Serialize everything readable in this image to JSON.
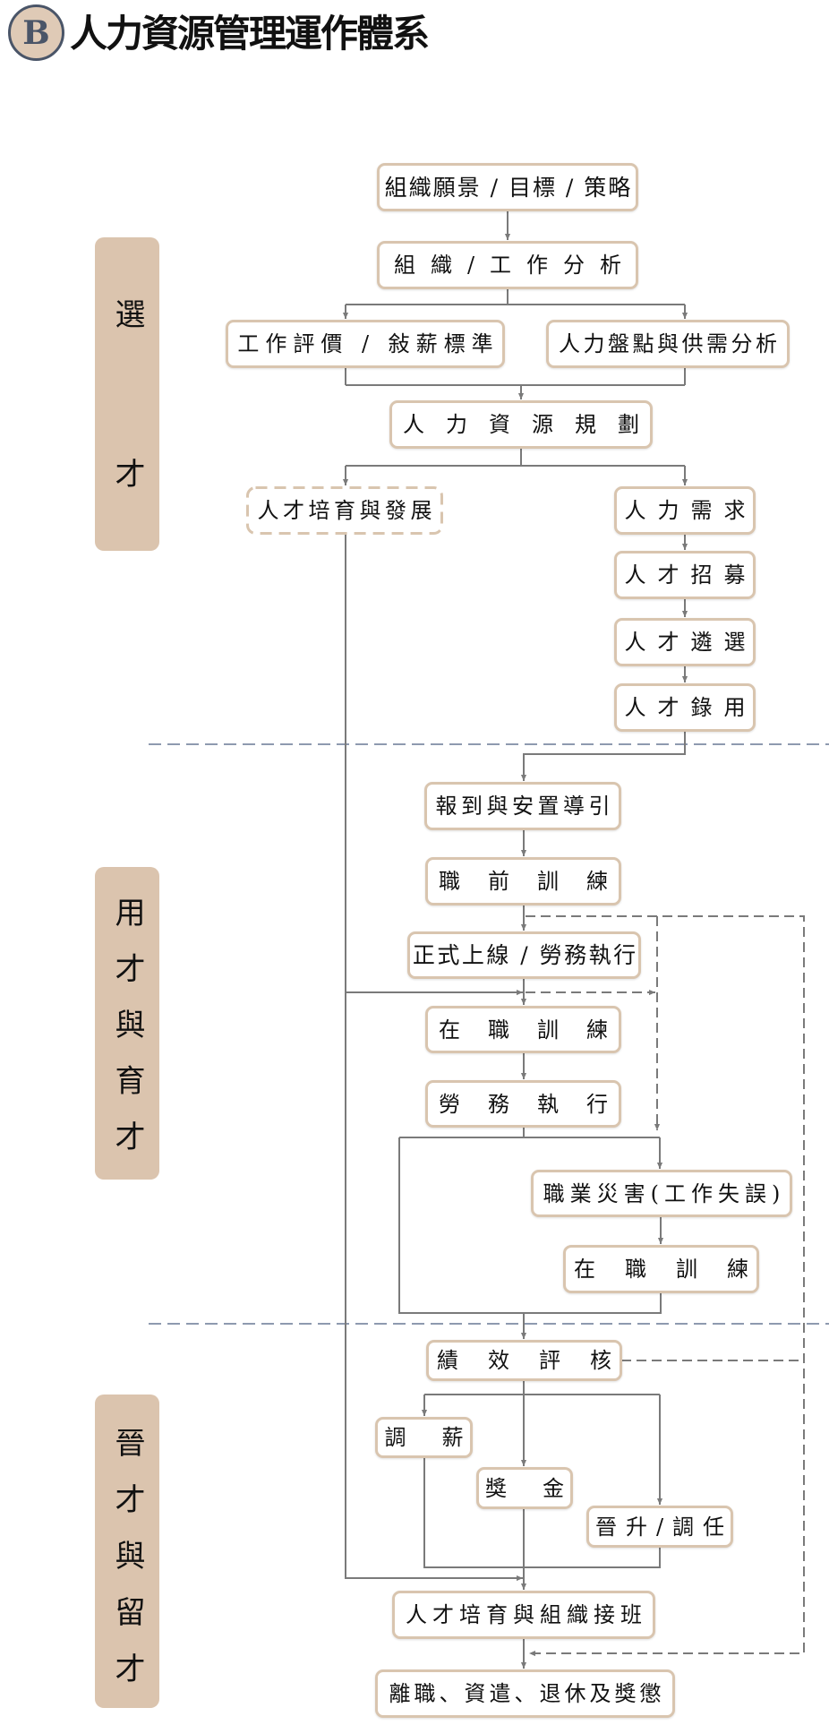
{
  "header": {
    "badge": "B",
    "title": "人力資源管理運作體系"
  },
  "sections": [
    {
      "id": "select",
      "label": "選才"
    },
    {
      "id": "use-and-develop",
      "label": "用才與育才"
    },
    {
      "id": "promote-and-retain",
      "label": "晉才與留才"
    }
  ],
  "nodes": {
    "org_vision": "組織願景 / 目標 / 策略",
    "org_job_analysis": "組織/工作分析",
    "job_evaluation": "工作評價 / 敍薪標準",
    "manpower_inventory": "人力盤點與供需分析",
    "hr_planning": "人力資源規劃",
    "talent_development": "人才培育與發展",
    "manpower_demand": "人力需求",
    "recruitment": "人才招募",
    "selection": "人才遴選",
    "hiring": "人才錄用",
    "onboarding": "報到與安置導引",
    "pre_job_training": "職前訓練",
    "go_live": "正式上線 / 勞務執行",
    "on_job_training": "在職訓練",
    "labor_execution": "勞務執行",
    "occupational_accident": "職業災害(工作失誤)",
    "remedial_training": "在職訓練",
    "performance_review": "績效評核",
    "salary_adjustment": "調薪",
    "bonus": "獎金",
    "promotion_transfer": "晉升/調任",
    "succession": "人才培育與組織接班",
    "separation": "離職、資遣、退休及獎懲"
  },
  "colors": {
    "accent": "#dbc4ae",
    "node-border": "#d9c5af",
    "connector": "#7a7a7a",
    "divider": "#8e9aaf",
    "badge-ring": "#4a5568",
    "badge-fill": "#dfcab6",
    "text": "#111111"
  }
}
